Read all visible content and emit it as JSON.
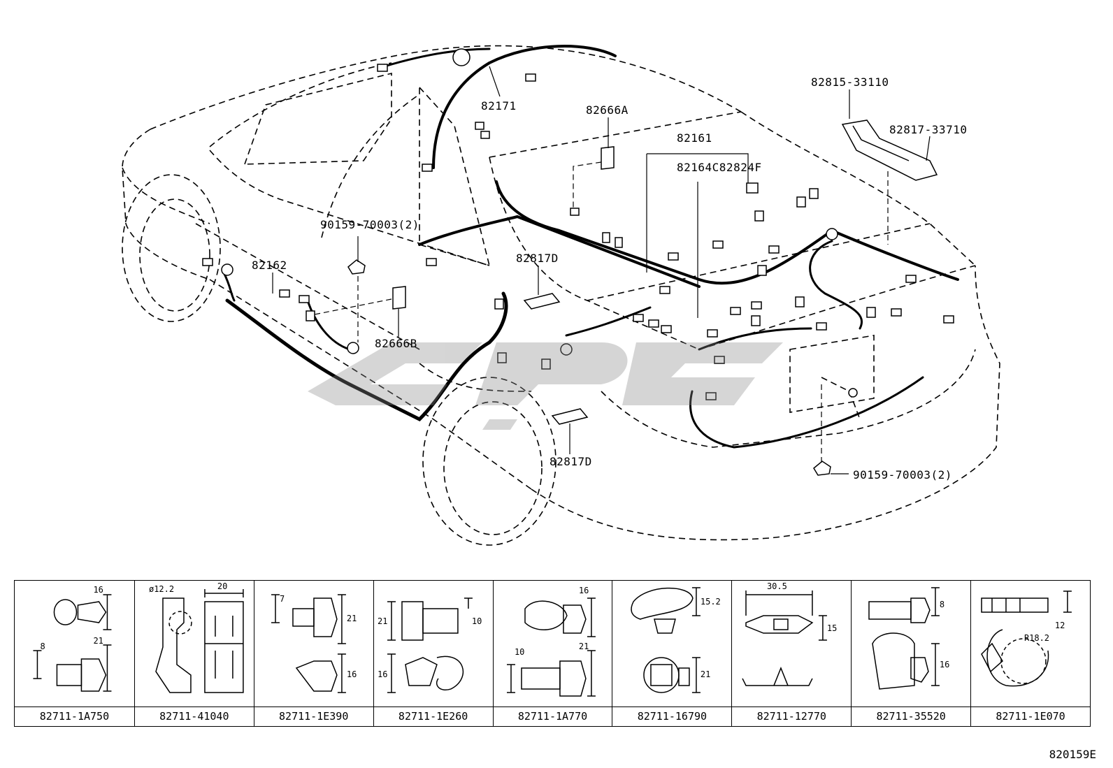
{
  "diagram": {
    "callouts": [
      {
        "id": "c1",
        "text": "82171"
      },
      {
        "id": "c2",
        "text": "82666A"
      },
      {
        "id": "c3",
        "text": "82161"
      },
      {
        "id": "c4",
        "text": "82164C82824F"
      },
      {
        "id": "c5",
        "text": "82815-33110"
      },
      {
        "id": "c6",
        "text": "82817-33710"
      },
      {
        "id": "c7",
        "text": "90159-70003(2)"
      },
      {
        "id": "c8",
        "text": "82162"
      },
      {
        "id": "c9",
        "text": "82817D"
      },
      {
        "id": "c10",
        "text": "82666B"
      },
      {
        "id": "c11",
        "text": "82817D"
      },
      {
        "id": "c12",
        "text": "90159-70003(2)"
      }
    ],
    "clip_table": [
      {
        "part": "82711-1A750",
        "dims": [
          "16",
          "8",
          "21"
        ]
      },
      {
        "part": "82711-41040",
        "dims": [
          "ø12.2",
          "20"
        ]
      },
      {
        "part": "82711-1E390",
        "dims": [
          "7",
          "21",
          "16"
        ]
      },
      {
        "part": "82711-1E260",
        "dims": [
          "21",
          "10",
          "16"
        ]
      },
      {
        "part": "82711-1A770",
        "dims": [
          "16",
          "21",
          "10"
        ]
      },
      {
        "part": "82711-16790",
        "dims": [
          "15.2",
          "21"
        ]
      },
      {
        "part": "82711-12770",
        "dims": [
          "30.5",
          "15"
        ]
      },
      {
        "part": "82711-35520",
        "dims": [
          "8",
          "16"
        ]
      },
      {
        "part": "82711-1E070",
        "dims": [
          "12",
          "R18.2"
        ]
      }
    ],
    "figure_id": "820159E"
  }
}
